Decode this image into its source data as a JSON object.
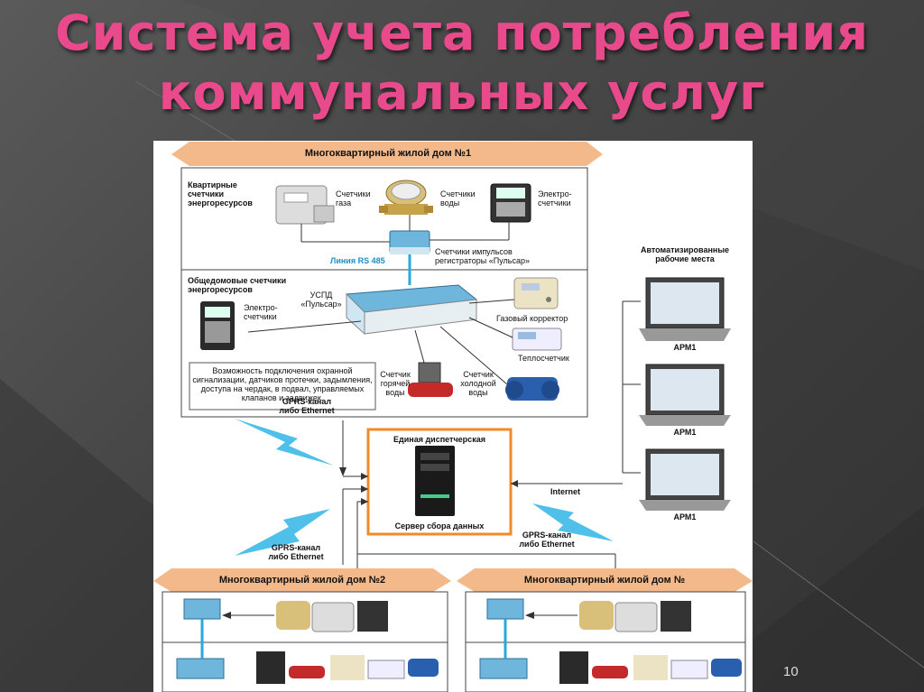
{
  "slide": {
    "title_line1": "Система учета потребления",
    "title_line2": "коммунальных услуг",
    "page_number": "10"
  },
  "diagram": {
    "house1_banner": "Многоквартирный жилой дом №1",
    "apartment_meters_label": "Квартирные счетчики энергоресурсов",
    "gas_meters": "Счетчики газа",
    "water_meters": "Счетчики воды",
    "electro_meters": "Электро-счетчики",
    "rs485": "Линия RS 485",
    "pulse_meters": "Счетчики импульсов регистраторы «Пульсар»",
    "common_meters_label": "Общедомовые счетчики энергоресурсов",
    "uspd": "УСПД «Пульсар»",
    "electro_meters2": "Электро-счетчики",
    "gas_corrector": "Газовый корректор",
    "heat_meter": "Теплосчетчик",
    "hot_water": "Счетчик горячей воды",
    "cold_water": "Счетчик холодной воды",
    "possibility_note": "Возможность подключения охранной сигнализации, датчиков протечки, задымления, доступа на чердак, в подвал, управляемых клапанов и задвижек.",
    "gprs1": "GPRS-канал либо Ethernet",
    "gprs2": "GPRS-канал либо Ethernet",
    "gprs3": "GPRS-канал либо Ethernet",
    "dispatch": "Единая диспетчерская",
    "server": "Сервер сбора данных",
    "internet": "Internet",
    "workstations": "Автоматизированные рабочие места",
    "arm1": "АРМ1",
    "arm2": "АРМ1",
    "arm3": "АРМ1",
    "house2_banner": "Многоквартирный жилой дом №2",
    "house3_banner": "Многоквартирный жилой дом №"
  }
}
